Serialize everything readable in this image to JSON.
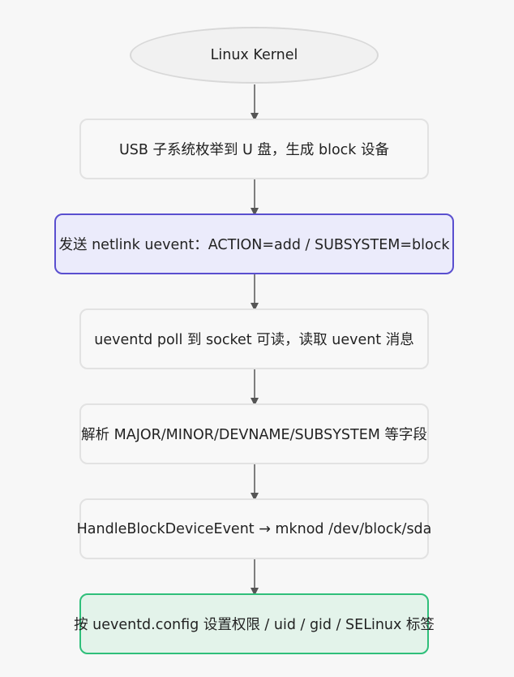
{
  "flowchart": {
    "nodes": [
      {
        "id": "n1",
        "label": "Linux Kernel",
        "shape": "ellipse"
      },
      {
        "id": "n2",
        "label": "USB 子系统枚举到 U 盘，生成 block 设备",
        "shape": "rounded-box"
      },
      {
        "id": "n3",
        "label": "发送 netlink uevent：ACTION=add / SUBSYSTEM=block",
        "shape": "rounded-box",
        "accent": "#5a4fcf"
      },
      {
        "id": "n4",
        "label": "ueventd poll 到 socket 可读，读取 uevent 消息",
        "shape": "rounded-box"
      },
      {
        "id": "n5",
        "label": "解析 MAJOR/MINOR/DEVNAME/SUBSYSTEM 等字段",
        "shape": "rounded-box"
      },
      {
        "id": "n6",
        "label": "HandleBlockDeviceEvent → mknod /dev/block/sda",
        "shape": "rounded-box"
      },
      {
        "id": "n7",
        "label": "按 ueventd.config 设置权限 / uid / gid / SELinux 标签",
        "shape": "rounded-box",
        "accent": "#2fbf7a"
      }
    ],
    "edges": [
      {
        "from": "n1",
        "to": "n2"
      },
      {
        "from": "n2",
        "to": "n3"
      },
      {
        "from": "n3",
        "to": "n4"
      },
      {
        "from": "n4",
        "to": "n5"
      },
      {
        "from": "n5",
        "to": "n6"
      },
      {
        "from": "n6",
        "to": "n7"
      }
    ]
  },
  "colors": {
    "background": "#f7f7f7",
    "edge": "#555555",
    "highlight_purple": "#5a4fcf",
    "highlight_green": "#2fbf7a"
  }
}
